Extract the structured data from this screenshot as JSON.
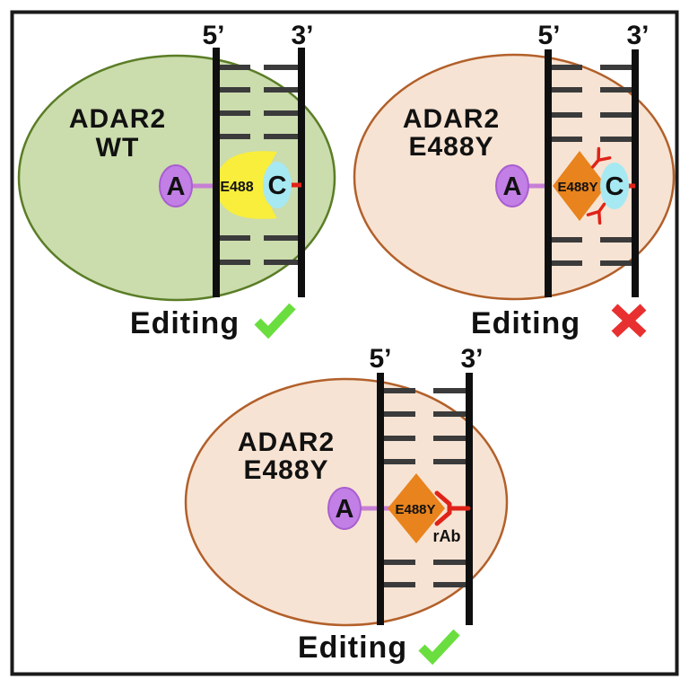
{
  "figure": {
    "description": "ADAR2 RNA editing diagram with three panels",
    "panels": [
      {
        "name_line1": "ADAR2",
        "name_line2": "WT",
        "five_prime": "5’",
        "three_prime": "3’",
        "base_a": "A",
        "base_c": "C",
        "enzyme_label": "E488",
        "editing_label": "Editing",
        "outcome": "check"
      },
      {
        "name_line1": "ADAR2",
        "name_line2": "E488Y",
        "five_prime": "5’",
        "three_prime": "3’",
        "base_a": "A",
        "base_c": "C",
        "enzyme_label": "E488Y",
        "editing_label": "Editing",
        "outcome": "cross"
      },
      {
        "name_line1": "ADAR2",
        "name_line2": "E488Y",
        "five_prime": "5’",
        "three_prime": "3’",
        "base_a": "A",
        "enzyme_label": "E488Y",
        "antibody_label": "rAb",
        "editing_label": "Editing",
        "outcome": "check"
      }
    ],
    "colors": {
      "wt_cell_fill": "#cbdcad",
      "wt_cell_stroke": "#5a7d26",
      "mutant_cell_fill": "#f7e3d3",
      "mutant_cell_stroke": "#b2602a",
      "adenosine_purple": "#c27fe6",
      "cytosine_cyan": "#a7e9f2",
      "wt_enzyme_yellow": "#f8ee3b",
      "mutant_enzyme_orange": "#e8831d",
      "success_green": "#6ade3e",
      "fail_red": "#e83030",
      "bond_red": "#e02318",
      "linker_purple": "#c77fd4",
      "strand_black": "#0f0f0f",
      "rung_gray": "#3b3b3b"
    }
  }
}
